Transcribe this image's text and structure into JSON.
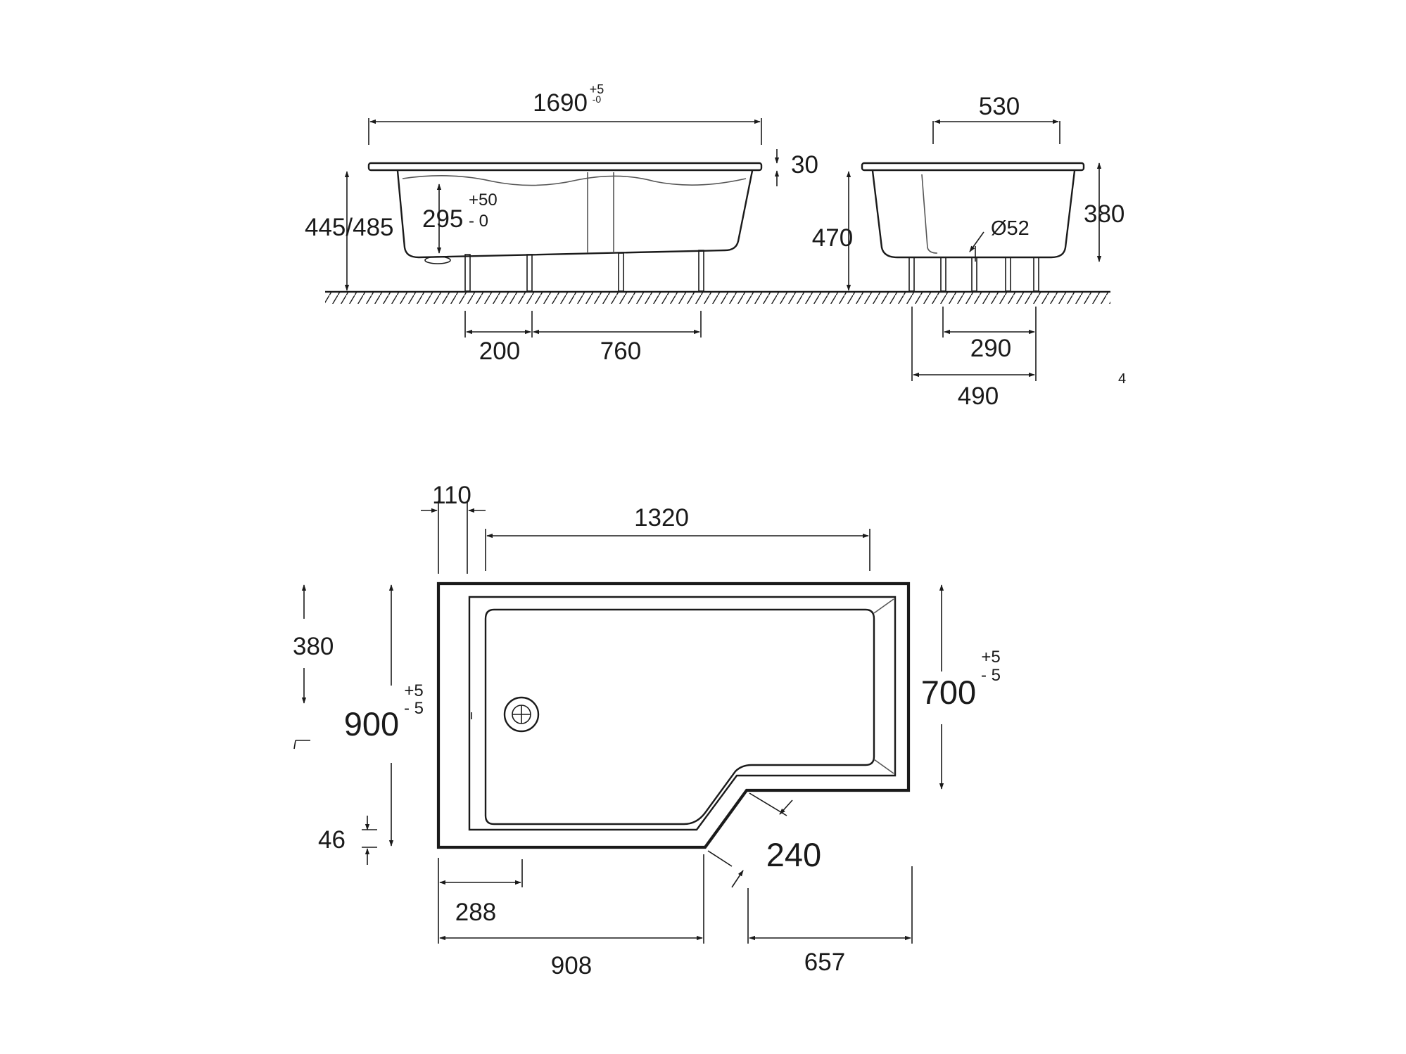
{
  "side_view": {
    "length": "1690",
    "length_tol_plus": "+5",
    "length_tol_minus": "-0",
    "rim": "30",
    "height": "445/485",
    "depth": "295",
    "depth_tol_plus": "+50",
    "depth_tol_minus": "- 0",
    "leg_spacing_a": "200",
    "leg_spacing_b": "760"
  },
  "end_view": {
    "width": "530",
    "height": "470",
    "inner_depth": "380",
    "drain": "Ø52",
    "leg_spacing_a": "290",
    "leg_spacing_b": "490",
    "edge_mark": "4"
  },
  "plan_view": {
    "offset": "110",
    "inner_length": "1320",
    "width": "900",
    "width_tol_plus": "+5",
    "width_tol_minus": "- 5",
    "narrow_width": "700",
    "narrow_tol_plus": "+5",
    "narrow_tol_minus": "- 5",
    "left_partial": "380",
    "bottom_offset": "46",
    "drain_offset": "288",
    "wide_length": "908",
    "angle_side": "240",
    "narrow_length": "657"
  }
}
